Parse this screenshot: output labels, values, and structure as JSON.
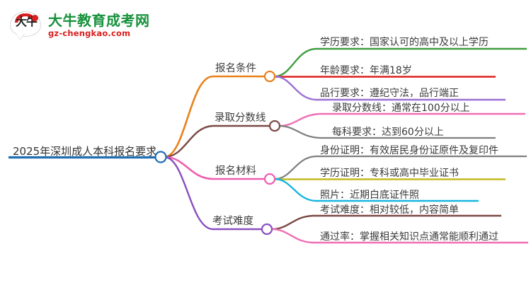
{
  "logo": {
    "mark_text": "大牛",
    "site_name": "大牛教育成考网",
    "site_url": "gz-chengkao.com",
    "brand_green": "#16913c",
    "brand_red": "#d9201f"
  },
  "mindmap": {
    "root": {
      "label": "2025年深圳成人本科报名要求",
      "color": "#1f6fb2"
    },
    "branches": [
      {
        "label": "报名条件",
        "color": "#e8811a",
        "children": [
          {
            "label": "学历要求：国家认可的高中及以上学历",
            "color": "#3f9e3f"
          },
          {
            "label": "年龄要求：年满18岁",
            "color": "#e02020"
          },
          {
            "label": "品行要求：遵纪守法，品行端正",
            "color": "#9b6fd4"
          }
        ]
      },
      {
        "label": "录取分数线",
        "color": "#7b4a45",
        "children": [
          {
            "label": "录取分数线：通常在100分以上",
            "color": "#ef6fb5"
          },
          {
            "label": "每科要求：达到60分以上",
            "color": "#7f7f7f"
          }
        ]
      },
      {
        "label": "报名材料",
        "color": "#ee5fb0",
        "children": [
          {
            "label": "身份证明：有效居民身份证原件及复印件",
            "color": "#7f7f7f"
          },
          {
            "label": "学历证明：专科或高中毕业证书",
            "color": "#c3bb20"
          },
          {
            "label": "照片：近期白底证件照",
            "color": "#18b6e0"
          }
        ]
      },
      {
        "label": "考试难度",
        "color": "#8a4fc0",
        "children": [
          {
            "label": "考试难度：相对较低，内容简单",
            "color": "#7b4a45"
          },
          {
            "label": "通过率：掌握相关知识点通常能顺利通过",
            "color": "#ef6fb5"
          }
        ]
      }
    ]
  }
}
